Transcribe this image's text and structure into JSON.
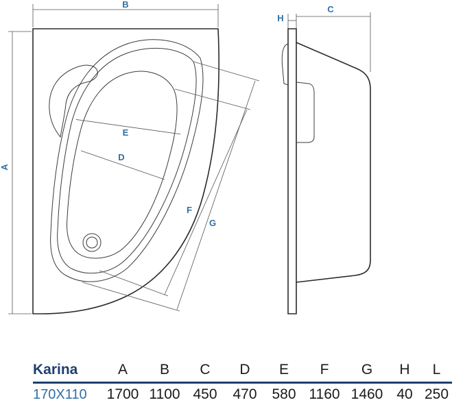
{
  "diagram_labels": {
    "A": "A",
    "B": "B",
    "C": "C",
    "D": "D",
    "E": "E",
    "F": "F",
    "G": "G",
    "H": "H"
  },
  "table": {
    "model": "Karina",
    "size": "170X110",
    "columns": [
      "A",
      "B",
      "C",
      "D",
      "E",
      "F",
      "G",
      "H",
      "L"
    ],
    "values": [
      "1700",
      "1100",
      "450",
      "470",
      "580",
      "1160",
      "1460",
      "40",
      "250"
    ]
  },
  "colors": {
    "accent_blue": "#2f6fa6",
    "header_navy": "#1f3f6e",
    "outline": "#2a2a2a"
  }
}
